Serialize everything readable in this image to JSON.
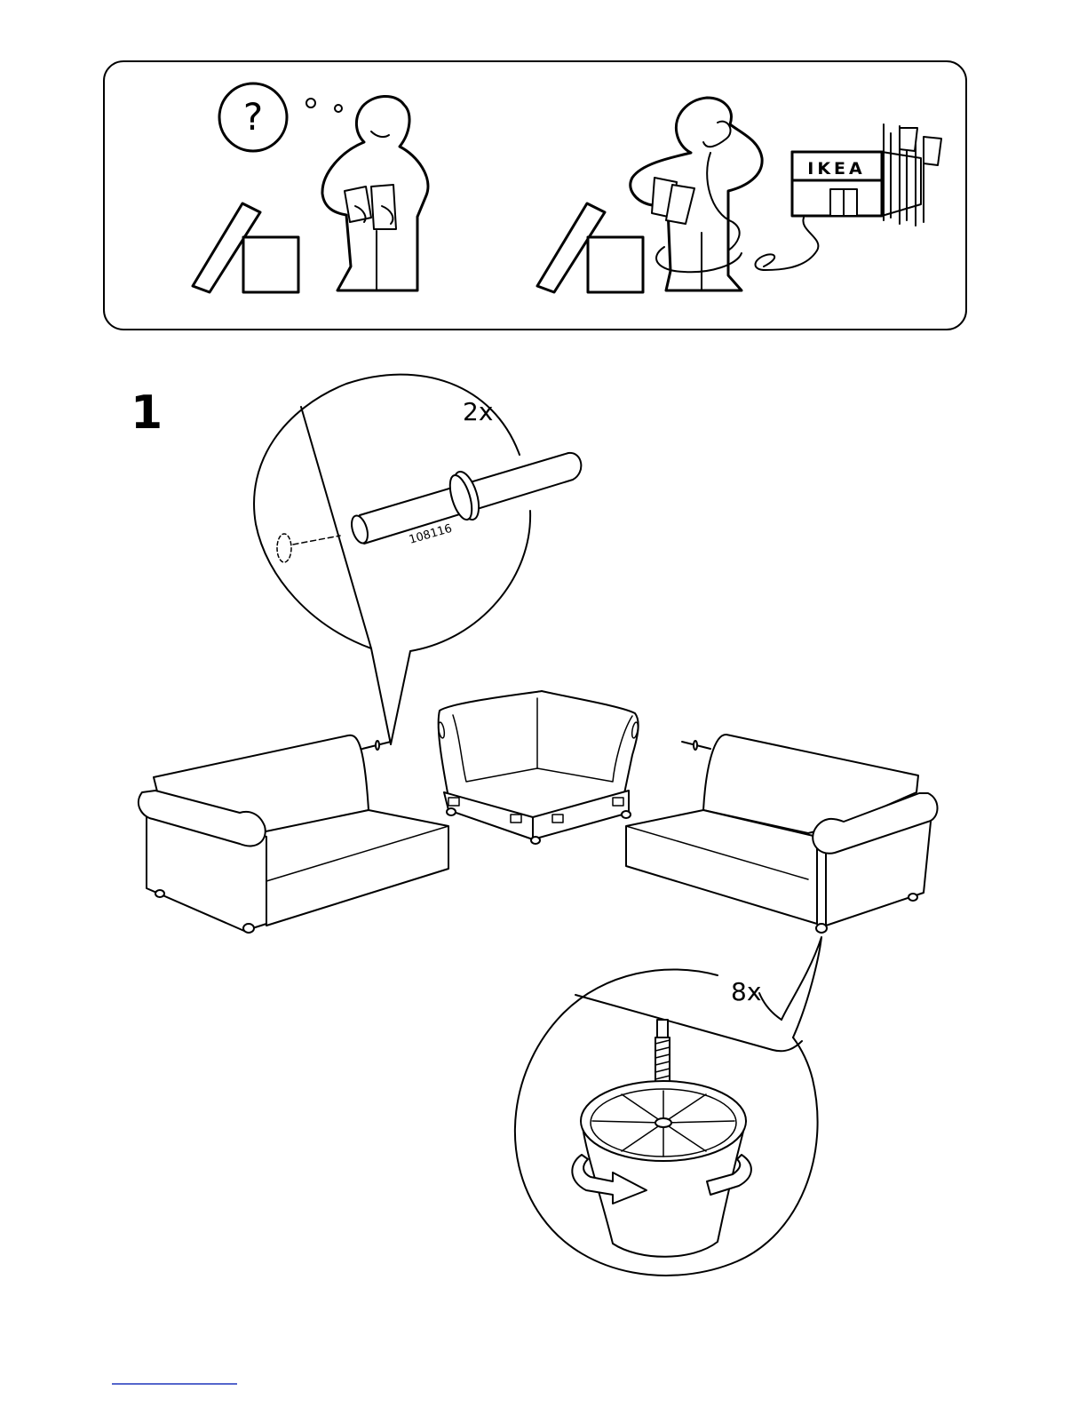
{
  "header_panel": {
    "store_sign": "IKEA",
    "question_mark": "?"
  },
  "step": {
    "number": "1",
    "dowel_quantity": "2x",
    "dowel_part_number": "108116",
    "leg_quantity": "8x"
  }
}
